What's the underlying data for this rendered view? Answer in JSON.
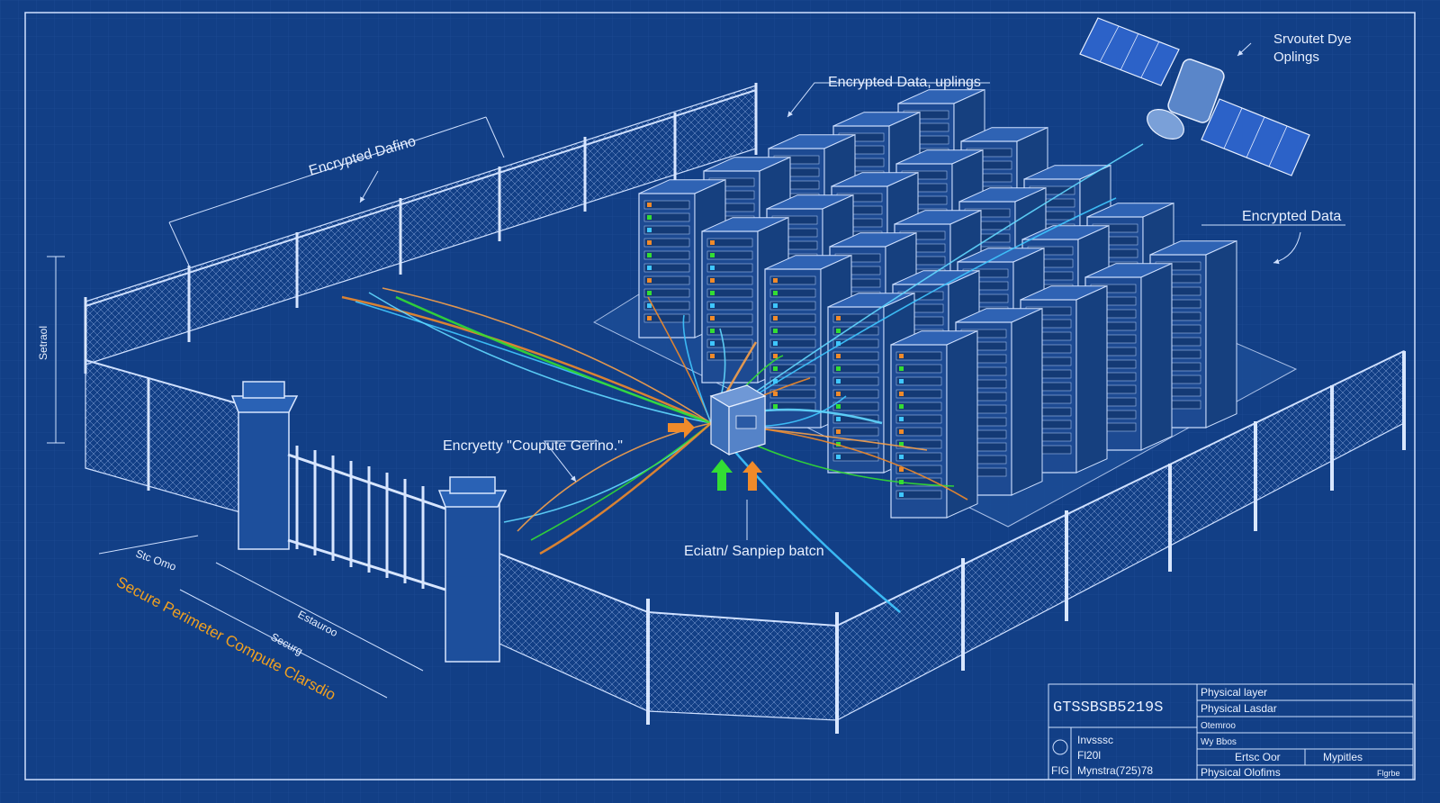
{
  "labels": {
    "top_center": "Encrypted Data, uplings",
    "top_left": "Encrypted Dafino",
    "satellite_line1": "Srvoutet Dye",
    "satellite_line2": "Oplings",
    "right": "Encrypted Data",
    "center_left": "Encryetty \"Coupute Gerino.\"",
    "center_bottom": "Eciatn/ Sanpiep batcn",
    "left_vertical": "Setraol",
    "left_dim1": "Stc Omo",
    "left_dim2": "Estauroo",
    "left_dim3": "Securg",
    "main_title": "Secure Perimeter Compute Clarsdio"
  },
  "title_block": {
    "code": "GTSSBSB5219S",
    "row1": "Physical layer",
    "row2": "Physical Lasdar",
    "row3": "Otemroo",
    "row4": "Wy Bbos",
    "left_1": "Invsssc",
    "left_2": "Fl20l",
    "left_3": "Mynstra(725)78",
    "fig": "FIG",
    "mid": "Ertsc Oor",
    "right": "Mypitles",
    "bottom": "Physical Olofims",
    "tiny": "Flgrbe"
  },
  "colors": {
    "background": "#123f86",
    "line": "#cfe0ff",
    "cable_orange": "#f08a2a",
    "cable_cyan": "#3fc6ff",
    "arrow_green": "#33dd33",
    "title_text": "#f0a020"
  },
  "icons": {
    "satellite": "satellite-icon",
    "switch": "network-switch-icon",
    "server": "server-rack-icon",
    "fence": "chain-link-fence-icon",
    "gate": "gate-icon"
  }
}
